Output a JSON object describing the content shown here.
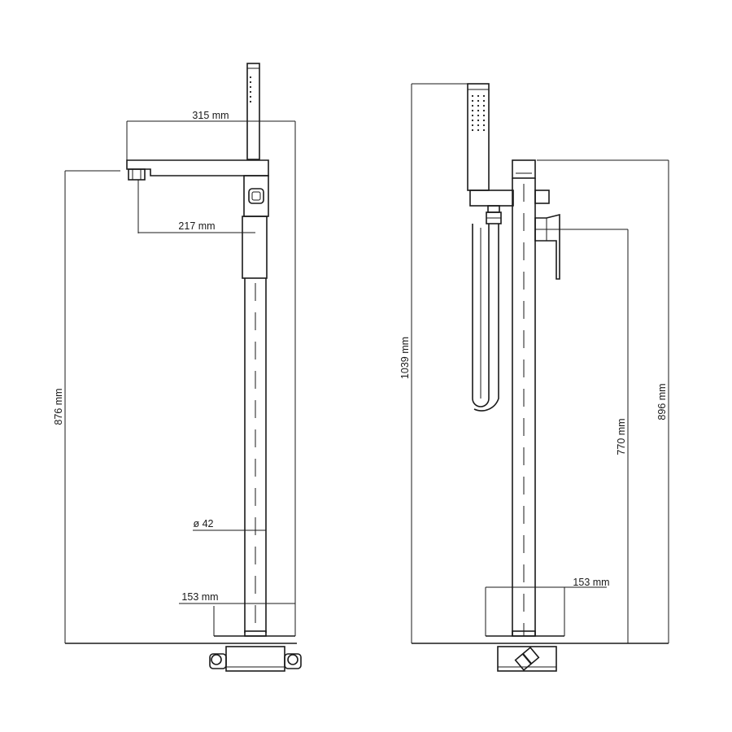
{
  "front_view": {
    "dimensions": {
      "spout_reach": "315 mm",
      "spout_offset": "217 mm",
      "height": "876 mm",
      "pipe_diameter": "ø 42",
      "base_width": "153 mm"
    }
  },
  "side_view": {
    "dimensions": {
      "total_height": "1039 mm",
      "spout_height": "896 mm",
      "handle_height": "770 mm",
      "base_width": "153 mm"
    }
  }
}
